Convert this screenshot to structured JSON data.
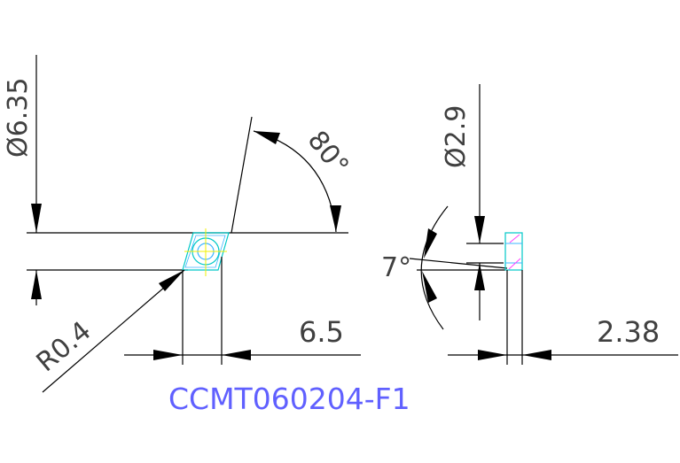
{
  "colors": {
    "background": "#ffffff",
    "dimension": "#000000",
    "dim_text": "#404040",
    "part_outline": "#00c8c8",
    "part_detail": "#3cb4ff",
    "center_mark": "#f0f000",
    "hatch": "#ff40ff",
    "title": "#6060ff"
  },
  "dimensions": {
    "inscribed_diameter": "Ø6.35",
    "corner_angle": "80°",
    "corner_radius": "R0.4",
    "edge_length": "6.5",
    "hole_diameter": "Ø2.9",
    "clearance_angle": "7°",
    "thickness": "2.38"
  },
  "part_code": "CCMT060204-F1"
}
